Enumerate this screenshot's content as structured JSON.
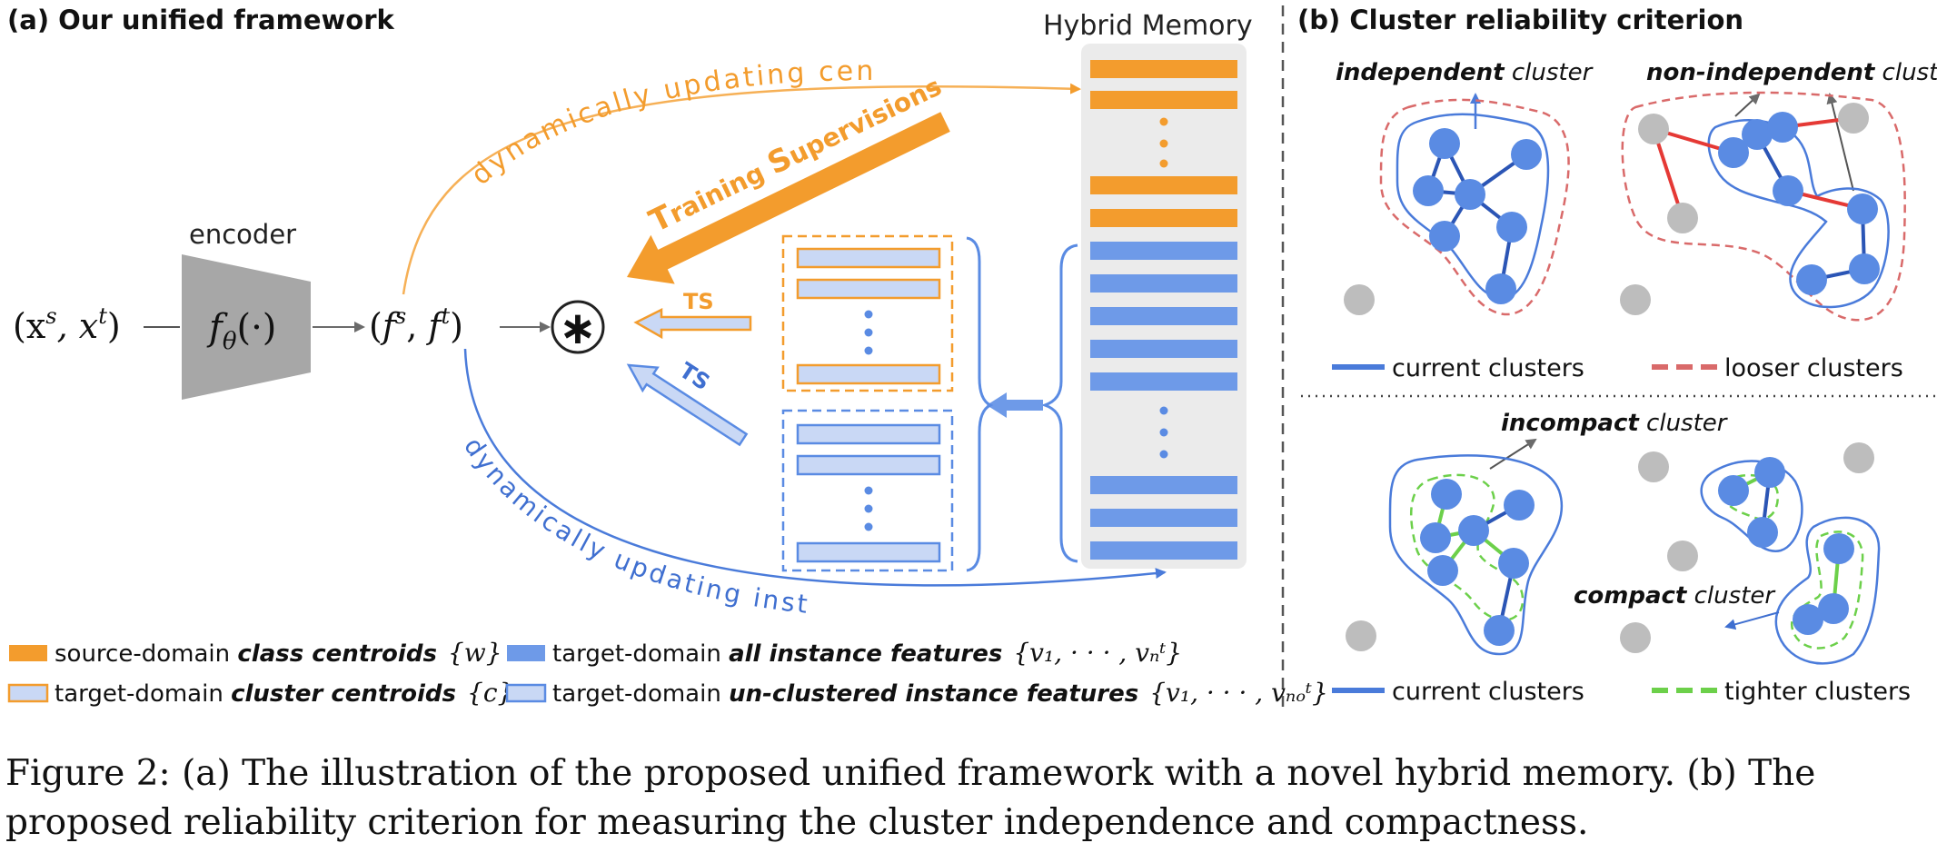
{
  "panel_a": {
    "title": "(a) Our unified framework",
    "encoder_label": "encoder",
    "input_math": "(x",
    "input_s": "s",
    "input_mid": ", x",
    "input_t": "t",
    "input_end": ")",
    "encoder_fn": "f",
    "encoder_sub": "θ",
    "encoder_arg": "(·)",
    "feat_open": "(f",
    "feat_s": "s",
    "feat_mid": ", f",
    "feat_t": "t",
    "feat_end": ")",
    "op_symbol": "∗",
    "memory_title": "Hybrid Memory",
    "top_arc_label": "dynamically updating centroid",
    "bottom_arc_label": "dynamically updating instance",
    "ts_big_T": "T",
    "ts_big_raining": "raining ",
    "ts_big_S": "S",
    "ts_big_upervisions": "upervisions",
    "ts_small_1": "TS",
    "ts_small_2": "TS"
  },
  "legend": {
    "source_centroids_prefix": "source-domain ",
    "source_centroids_bold": "class centroids",
    "source_centroids_math": "{w}",
    "target_cluster_prefix": "target-domain ",
    "target_cluster_bold": "cluster centroids",
    "target_cluster_math": "{c}",
    "target_all_prefix": "target-domain ",
    "target_all_bold": "all instance features",
    "target_all_math": "{v₁, · · · , vₙᵗ}",
    "target_unclustered_prefix": "target-domain ",
    "target_unclustered_bold": "un-clustered instance features",
    "target_unclustered_math": "{v₁, · · · , vₙₒᵗ}"
  },
  "panel_b": {
    "title": "(b) Cluster reliability criterion",
    "independent_bold": "independent",
    "independent_rest": " cluster",
    "non_independent_bold": "non-independent",
    "non_independent_rest": " cluster",
    "current_clusters_1": "current clusters",
    "looser_clusters": "looser clusters",
    "incompact_bold": "incompact",
    "incompact_rest": " cluster",
    "compact_bold": "compact",
    "compact_rest": " cluster",
    "current_clusters_2": "current clusters",
    "tighter_clusters": "tighter clusters"
  },
  "caption": {
    "line1": "Figure 2: (a) The illustration of the proposed unified framework with a novel hybrid memory. (b) The",
    "line2": "proposed reliability criterion for measuring the cluster independence and compactness."
  },
  "colors": {
    "orange": "#F39C2D",
    "orange_light": "#F6B056",
    "blue": "#5A8BE3",
    "blue_light": "#C9D8F5",
    "blue_dark": "#2B55B5",
    "blue_text": "#3F6FD0",
    "gray_node": "#BDBDBD",
    "red_edge": "#E53935",
    "green_edge": "#6CD04A",
    "red_dashed": "#D96A6A",
    "memory_bg": "#EBEBEB"
  }
}
